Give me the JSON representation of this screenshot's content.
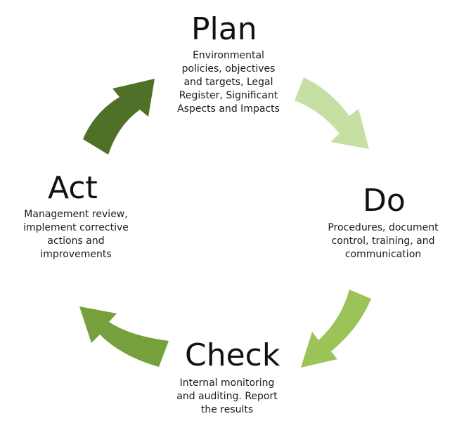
{
  "colors": {
    "plan_to_do_arrow": "#c7dfa3",
    "do_to_check_arrow": "#9cc358",
    "check_to_act_arrow": "#76a03c",
    "act_to_plan_arrow": "#4e7127",
    "text": "#111111"
  },
  "stages": {
    "plan": {
      "title": "Plan",
      "description": "Environmental\npolicies,  objectives\nand targets, Legal\nRegister,  Significant\nAspects and Impacts"
    },
    "do": {
      "title": "Do",
      "description": "Procedures, document\ncontrol, training, and\ncommunication"
    },
    "check": {
      "title": "Check",
      "description": "Internal monitoring\nand auditing. Report\nthe results"
    },
    "act": {
      "title": "Act",
      "description": "Management review,\nimplement corrective\nactions and\nimprovements"
    }
  }
}
